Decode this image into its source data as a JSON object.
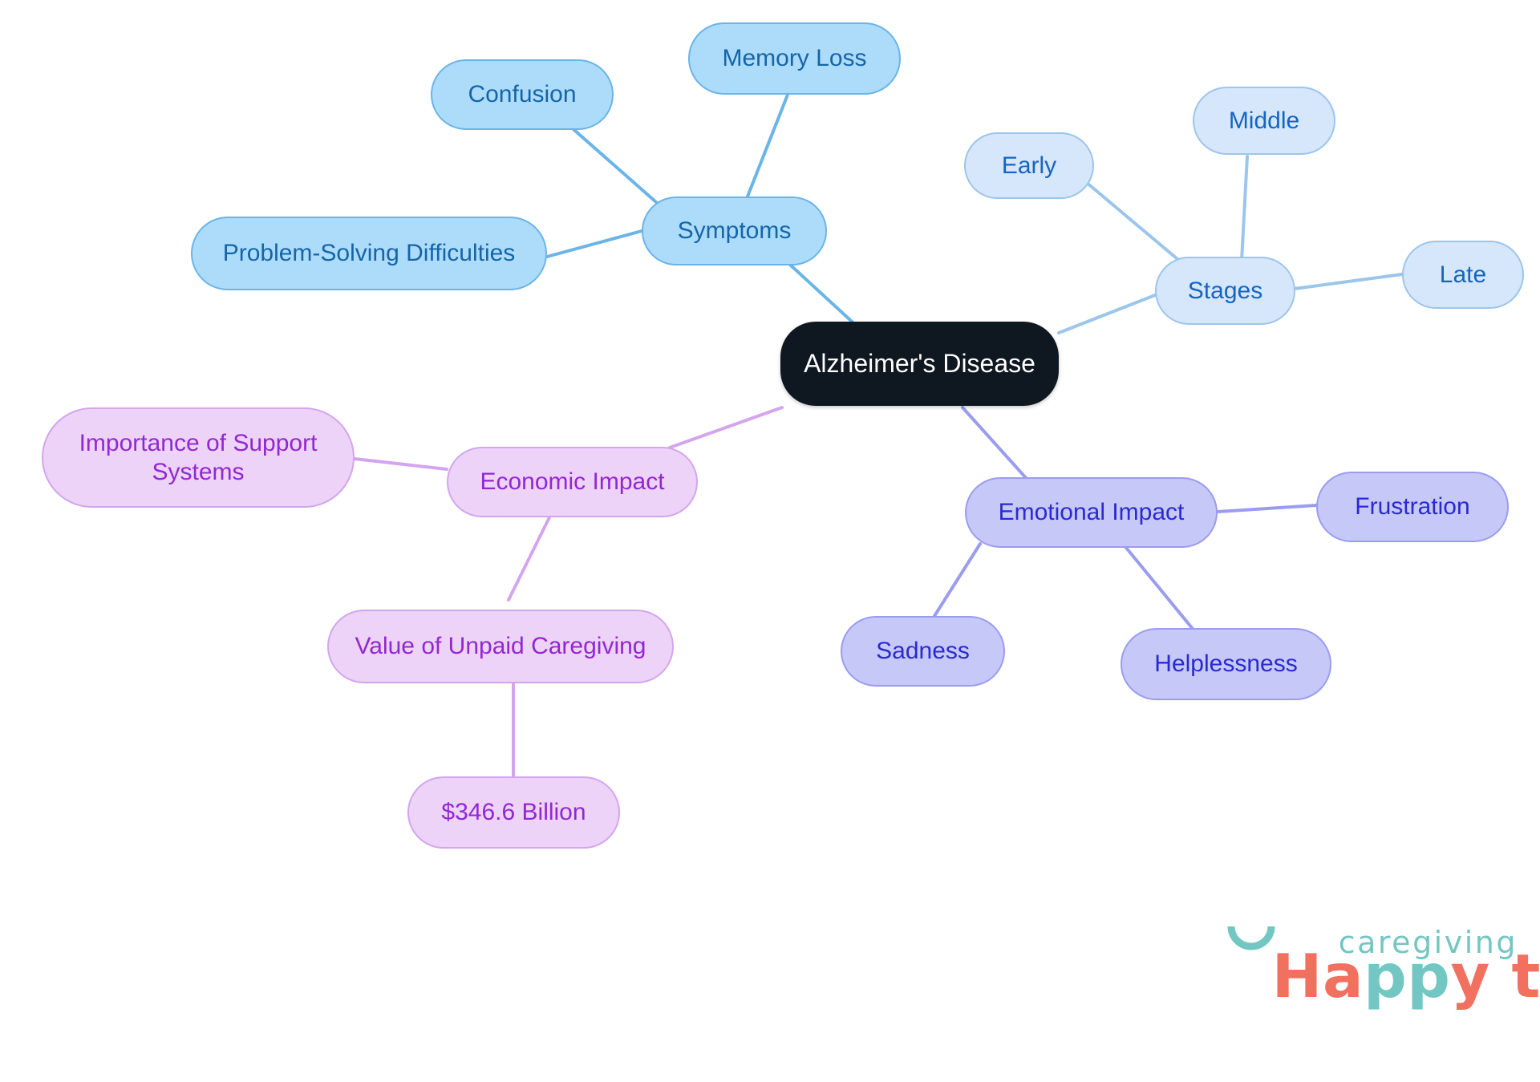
{
  "diagram": {
    "type": "mindmap",
    "title": "Alzheimer's Disease",
    "background": "#ffffff"
  },
  "palette": {
    "root_fill": "#0f1720",
    "root_text": "#ffffff",
    "symptoms_fill": "#addcfb",
    "symptoms_stroke": "#6ab4e8",
    "symptoms_text": "#1565a8",
    "stages_fill": "#d6e7fb",
    "stages_stroke": "#9cc5ec",
    "stages_text": "#1565c0",
    "emotional_fill": "#c6c8f7",
    "emotional_stroke": "#9a9cf0",
    "emotional_text": "#2a2ad0",
    "economic_fill": "#ecd3f7",
    "economic_stroke": "#d3a5ee",
    "economic_text": "#9327d2",
    "logo_coral": "#f2705f",
    "logo_teal": "#73c7c3"
  },
  "nodes": {
    "root": {
      "label": "Alzheimer's Disease"
    },
    "symptoms": {
      "label": "Symptoms"
    },
    "memory_loss": {
      "label": "Memory Loss"
    },
    "confusion": {
      "label": "Confusion"
    },
    "problem_solving": {
      "label": "Problem-Solving Difficulties"
    },
    "stages": {
      "label": "Stages"
    },
    "early": {
      "label": "Early"
    },
    "middle": {
      "label": "Middle"
    },
    "late": {
      "label": "Late"
    },
    "emotional_impact": {
      "label": "Emotional Impact"
    },
    "frustration": {
      "label": "Frustration"
    },
    "sadness": {
      "label": "Sadness"
    },
    "helplessness": {
      "label": "Helplessness"
    },
    "economic_impact": {
      "label": "Economic Impact"
    },
    "support_systems": {
      "label": "Importance of Support\nSystems"
    },
    "unpaid_caregiving": {
      "label": "Value of Unpaid Caregiving"
    },
    "unpaid_value": {
      "label": "$346.6 Billion"
    }
  },
  "logo": {
    "word_happy": "Ha",
    "word_pp": "pp",
    "word_y": "y",
    "word_tohelp": " to Help",
    "tagline": "caregiving"
  },
  "chart_data": {
    "type": "mindmap",
    "title": "Alzheimer's Disease",
    "root": "Alzheimer's Disease",
    "branches": [
      {
        "name": "Symptoms",
        "color": "#addcfb",
        "children": [
          "Memory Loss",
          "Confusion",
          "Problem-Solving Difficulties"
        ]
      },
      {
        "name": "Stages",
        "color": "#d6e7fb",
        "children": [
          "Early",
          "Middle",
          "Late"
        ]
      },
      {
        "name": "Emotional Impact",
        "color": "#c6c8f7",
        "children": [
          "Frustration",
          "Sadness",
          "Helplessness"
        ]
      },
      {
        "name": "Economic Impact",
        "color": "#ecd3f7",
        "children": [
          "Importance of Support Systems",
          {
            "name": "Value of Unpaid Caregiving",
            "children": [
              "$346.6 Billion"
            ]
          }
        ]
      }
    ],
    "annotations": [
      "$346.6 Billion"
    ]
  }
}
